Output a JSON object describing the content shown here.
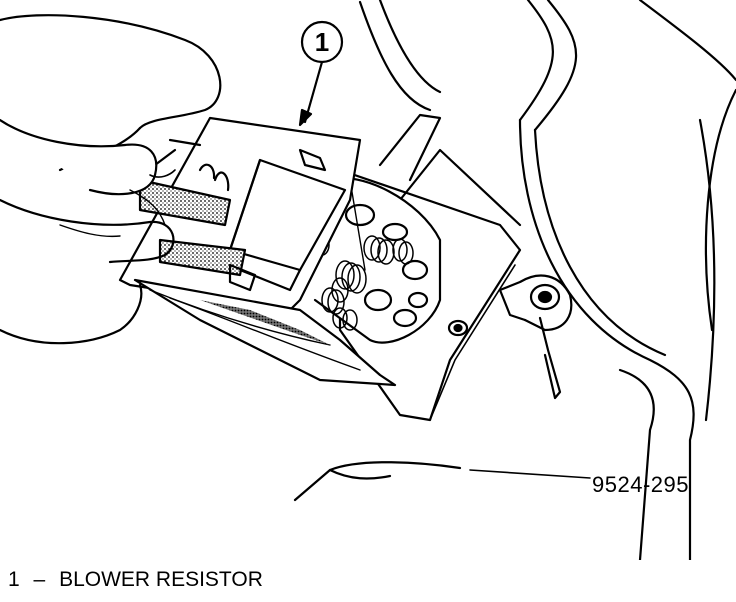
{
  "callout": {
    "number": "1"
  },
  "figure": {
    "number": "9524-295"
  },
  "legend": {
    "number": "1",
    "separator": "–",
    "label": "BLOWER RESISTOR"
  }
}
